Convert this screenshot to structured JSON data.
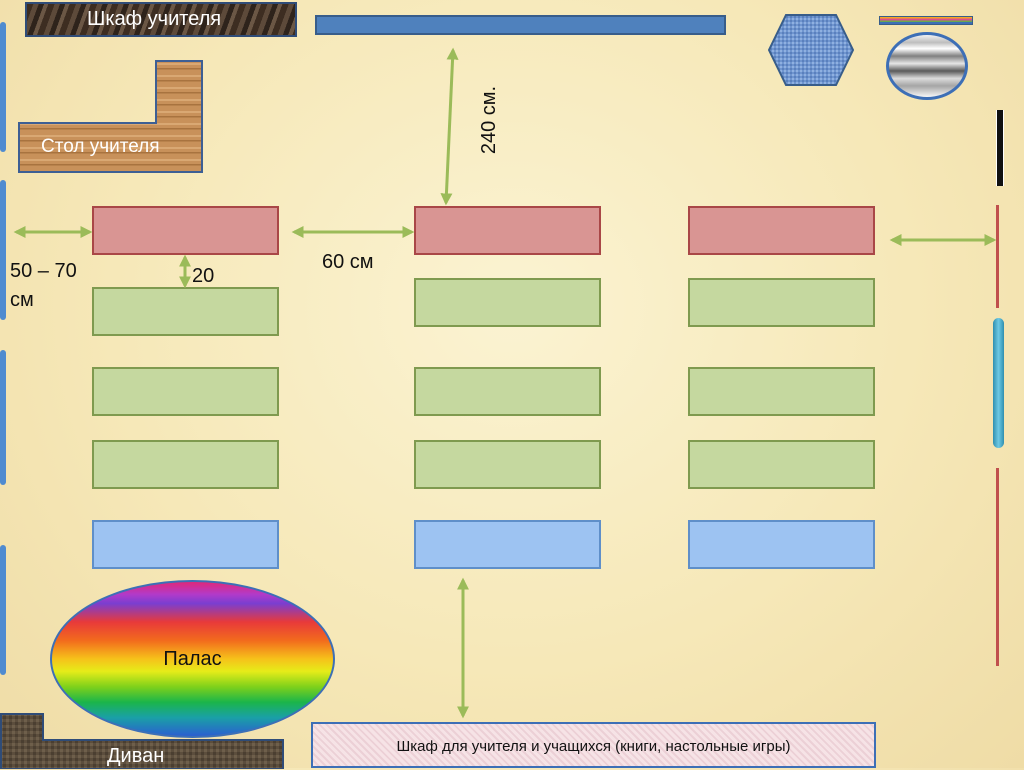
{
  "furniture": {
    "teacher_cabinet": "Шкаф учителя",
    "teacher_desk": "Стол учителя",
    "rug": "Палас",
    "sofa": "Диван",
    "shared_cabinet": "Шкаф для учителя и учащихся (книги, настольные игры)"
  },
  "dimensions": {
    "wall_gap": "50 – 70",
    "wall_gap_unit": "см",
    "row_gap": "20",
    "aisle_gap": "60 см",
    "front_gap": "240 см."
  },
  "colors": {
    "front_desk": "#d99593",
    "middle_desk": "#c5d89f",
    "back_desk": "#9dc3f2",
    "arrow": "#9bbb59",
    "window": "#4f8bd0"
  }
}
